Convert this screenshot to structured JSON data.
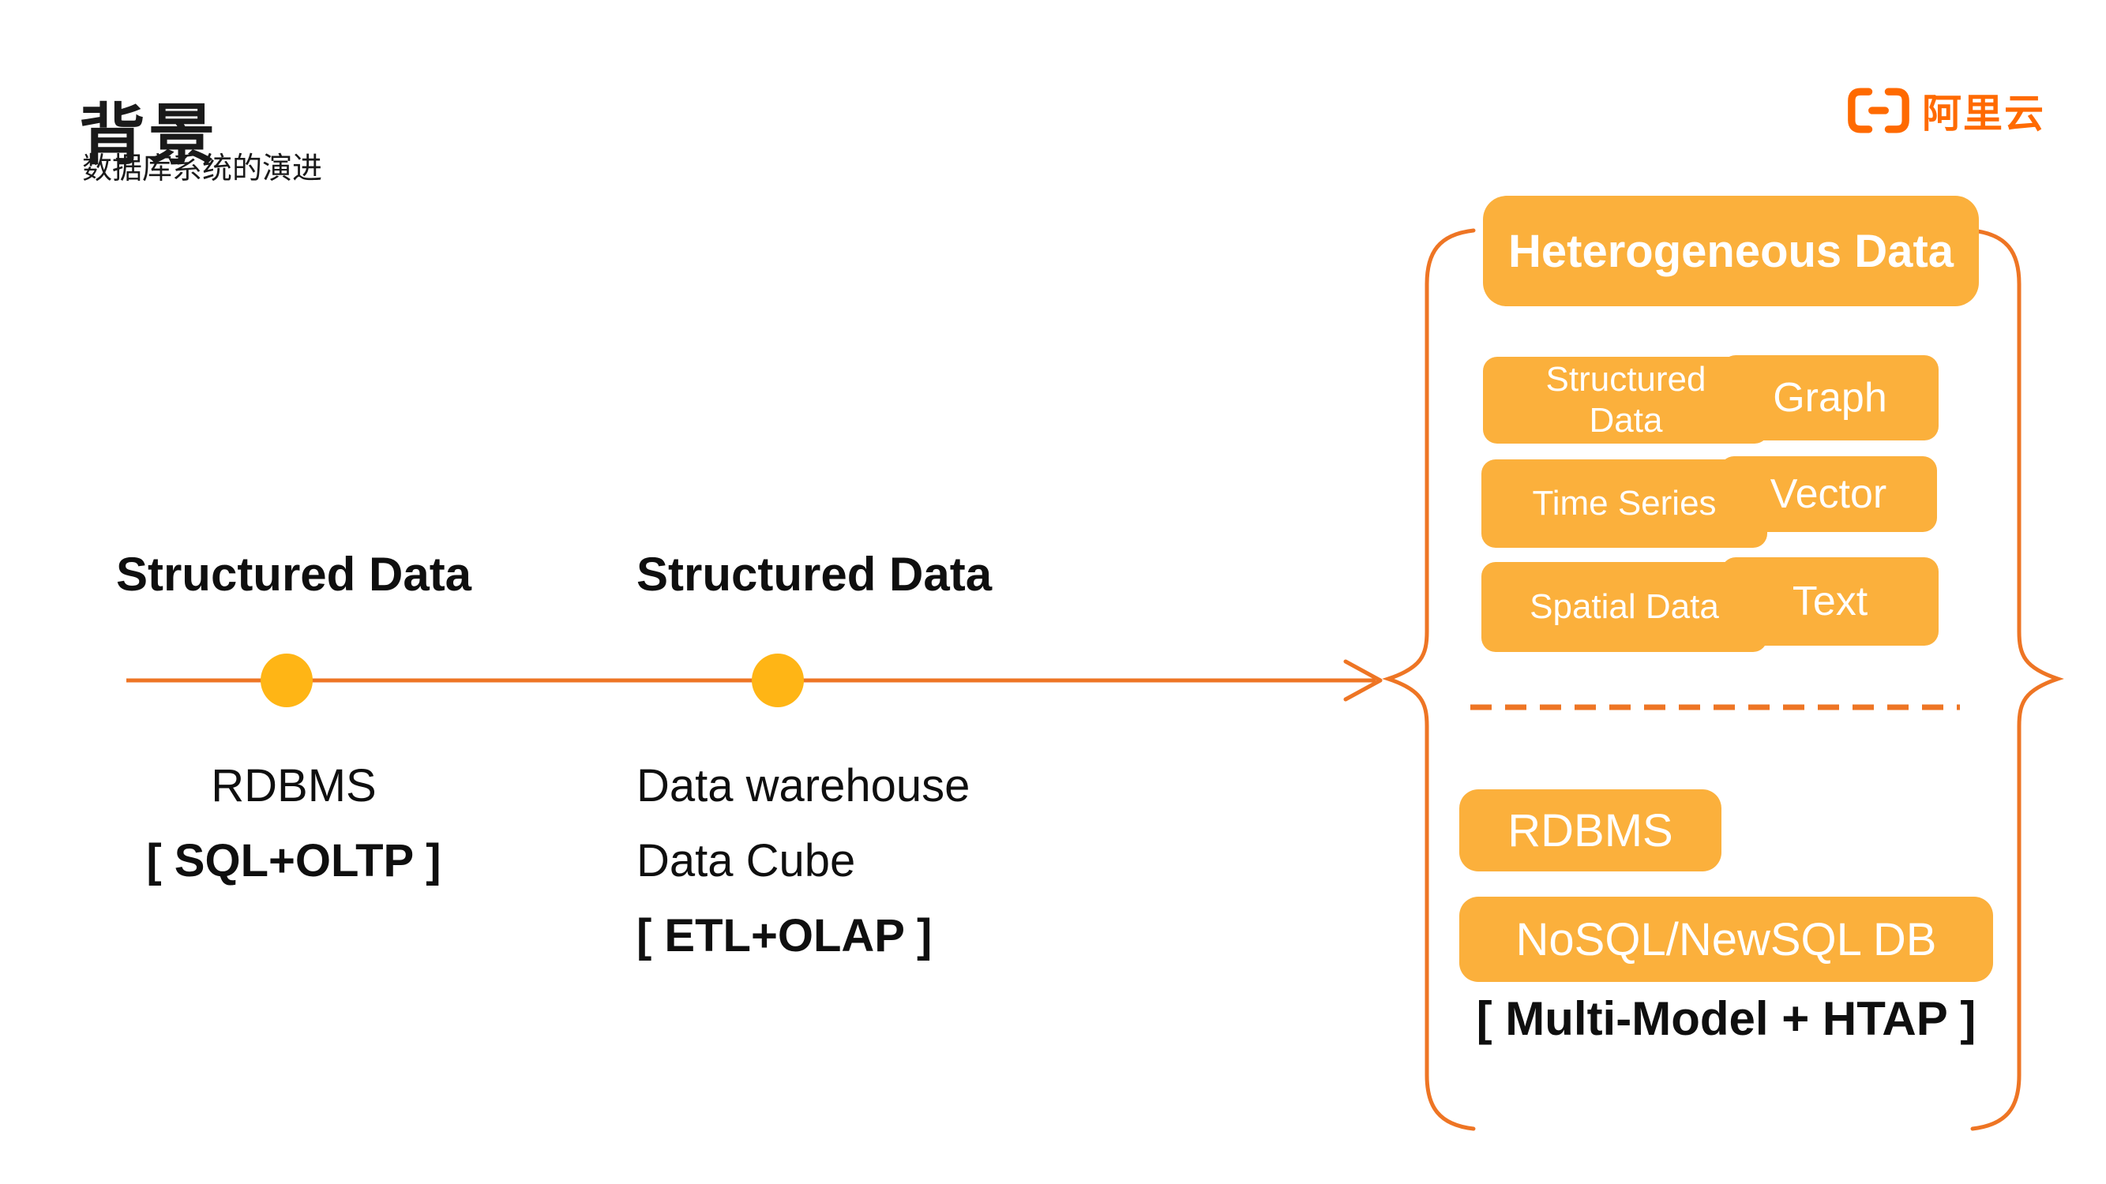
{
  "colors": {
    "brand": "#FF6A00",
    "box": "#FBB03C",
    "dot": "#FFB515",
    "line": "#EE7524",
    "ink": "#1A1A1A"
  },
  "header": {
    "title": "背景",
    "subtitle": "数据库系统的演进"
  },
  "logo": {
    "text": "阿里云"
  },
  "timeline": {
    "milestones": [
      {
        "label": "Structured Data",
        "lines": [
          "RDBMS"
        ],
        "tag": "[ SQL+OLTP ]"
      },
      {
        "label": "Structured Data",
        "lines": [
          "Data warehouse",
          "Data Cube"
        ],
        "tag": "[ ETL+OLAP ]"
      }
    ]
  },
  "panel": {
    "header": "Heterogeneous Data",
    "data_types": [
      "Structured Data",
      "Graph",
      "Time Series",
      "Vector",
      "Spatial Data",
      "Text"
    ],
    "systems": [
      "RDBMS",
      "NoSQL/NewSQL DB"
    ],
    "tag": "[ Multi-Model + HTAP ]"
  }
}
